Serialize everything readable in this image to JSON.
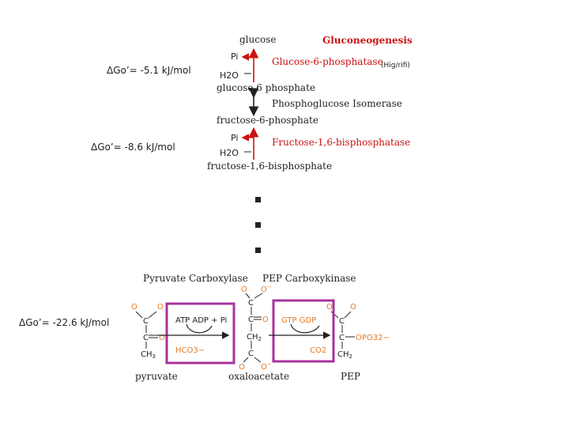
{
  "title": "Gluconeogenesis",
  "note": "(Hig/rifi)",
  "delta_g": {
    "step1": "ΔGo’= -5.1 kJ/mol",
    "step2": "ΔGo’= -8.6 kJ/mol",
    "step3": "ΔGo’= -22.6 kJ/mol"
  },
  "top_pathway": {
    "glucose": "glucose",
    "g6p": "glucose 6 phosphate",
    "f6p": "fructose-6-phosphate",
    "f16bp": "fructose-1,6-bisphosphate",
    "enzyme_g6pase": "Glucose-6-phosphatase",
    "enzyme_pgi": "Phosphoglucose Isomerase",
    "enzyme_fbpase": "Fructose-1,6-bisphosphatase",
    "pi": "Pi",
    "h2o": "H2O"
  },
  "bottom_pathway": {
    "enzyme_pc": "Pyruvate Carboxylase",
    "enzyme_pepck": "PEP Carboxykinase",
    "pyruvate": "pyruvate",
    "oxaloacetate": "oxaloacetate",
    "pep": "PEP",
    "atp_adp_pi": "ATP  ADP + Pi",
    "hco3": "HCO3−",
    "gtp_gdp": "GTP  GDP",
    "co2": "CO2",
    "opo3": "OPO32−"
  },
  "colors": {
    "enzyme_red": "#cc1111",
    "box_magenta": "#a8339c",
    "atom_orange": "#e07b2a",
    "ink": "#222222"
  }
}
